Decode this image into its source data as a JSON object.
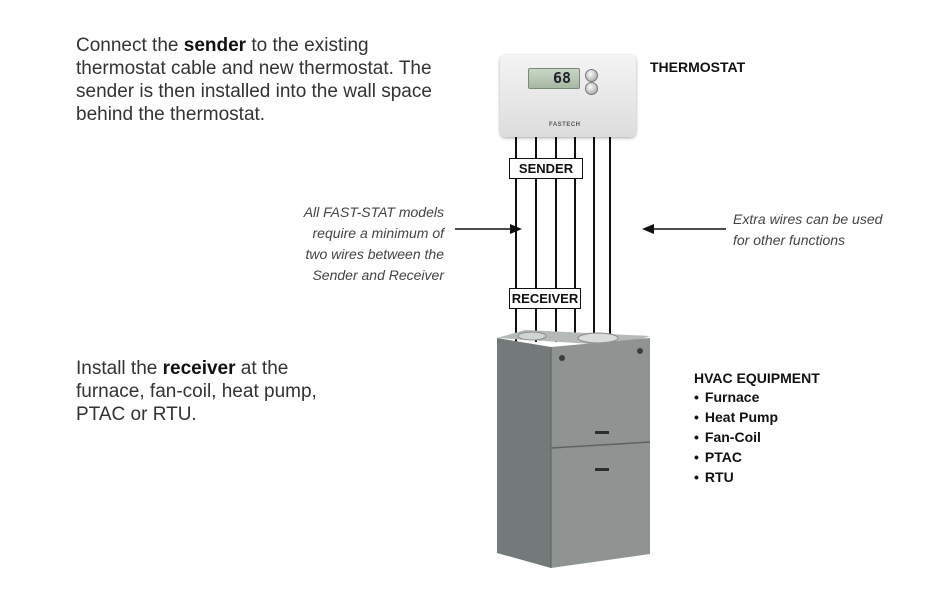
{
  "intro": {
    "pre": "Connect the ",
    "bold": "sender",
    "post": " to the existing thermostat cable and new thermostat. The sender is then installed into the wall space behind the thermostat."
  },
  "install": {
    "pre": "Install the ",
    "bold": "receiver",
    "post": " at the furnace, fan-coil, heat pump, PTAC or RTU."
  },
  "notes": {
    "left_lines": [
      "All FAST-STAT models",
      "require a minimum of",
      "two wires between the",
      "Sender and Receiver"
    ],
    "right_lines": [
      "Extra wires can be used",
      "for other functions"
    ]
  },
  "labels": {
    "thermostat": "THERMOSTAT",
    "sender": "SENDER",
    "receiver": "RECEIVER"
  },
  "thermostat": {
    "display": "68",
    "brand": "FASTECH"
  },
  "hvac": {
    "title": "HVAC EQUIPMENT",
    "items": [
      "Furnace",
      "Heat Pump",
      "Fan-Coil",
      "PTAC",
      "RTU"
    ]
  },
  "colors": {
    "furnace_front": "#8d9291",
    "furnace_side": "#6f7473",
    "wire": "#111111"
  }
}
